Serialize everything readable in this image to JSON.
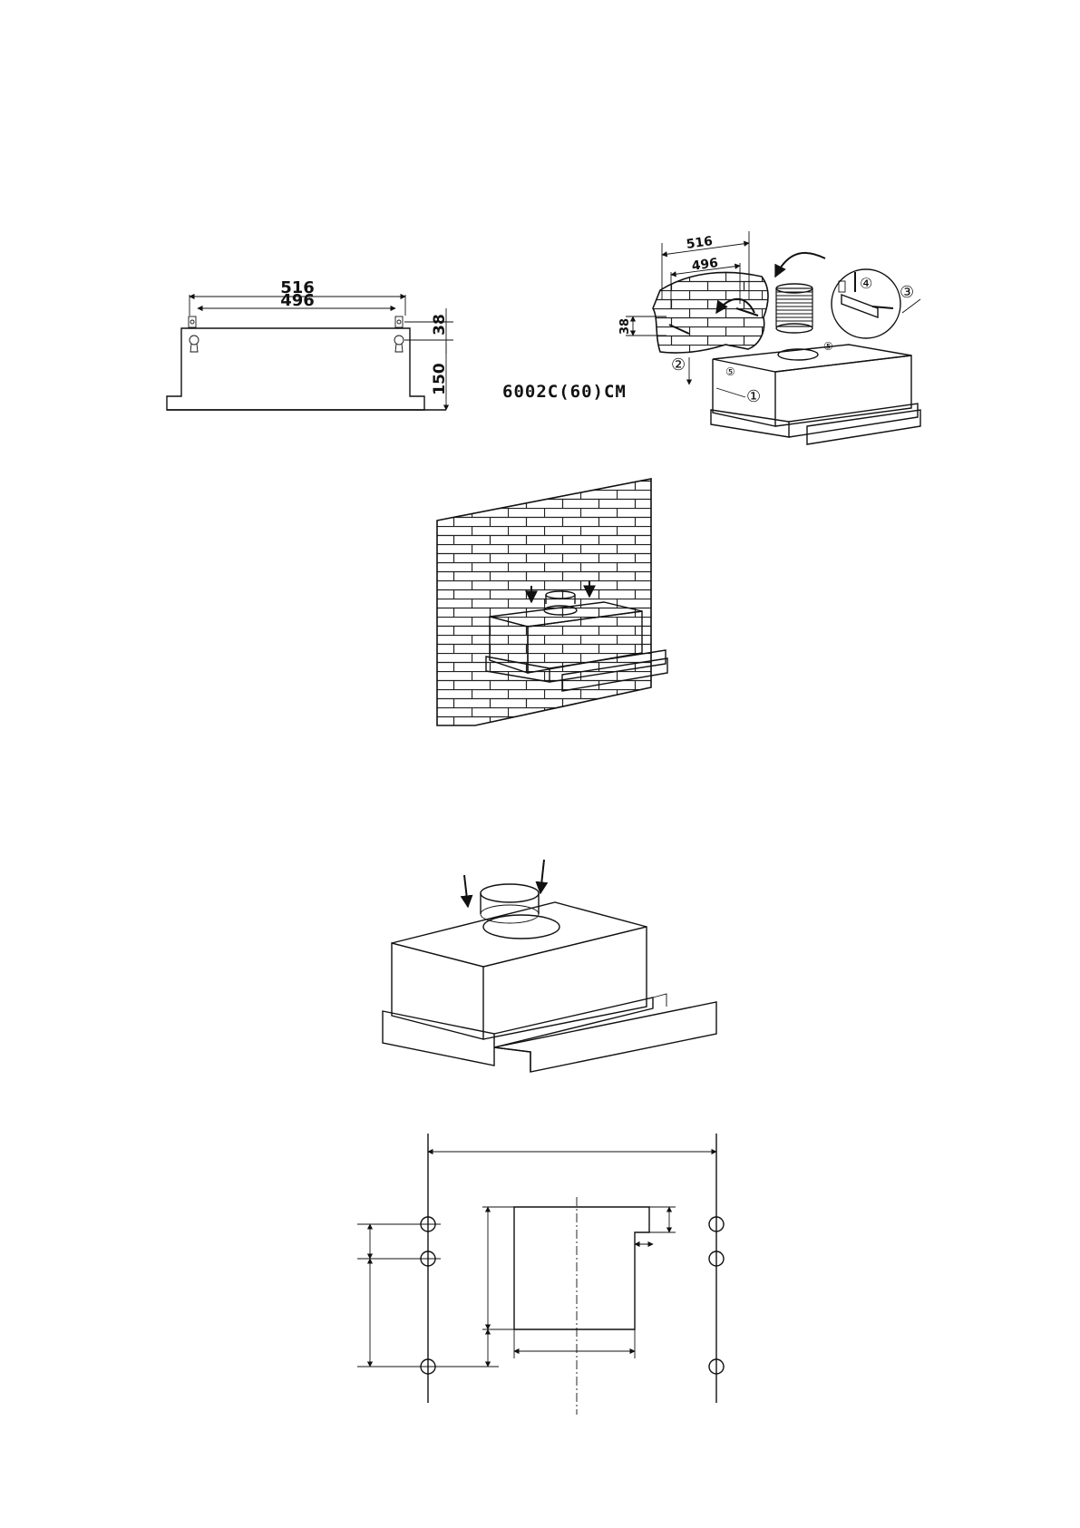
{
  "page": {
    "background": "#ffffff",
    "ink": "#111111"
  },
  "figure1": {
    "width_outer": "516",
    "width_inner": "496",
    "height_top": "38",
    "height_body": "150"
  },
  "figure2": {
    "model_label": "6002C(60)CM",
    "width_outer": "516",
    "width_inner": "496",
    "height_top": "38",
    "steps": [
      "①",
      "②",
      "③",
      "④",
      "⑤",
      "⑤"
    ]
  },
  "figure3": {
    "elements": [
      "brick-wall",
      "hood",
      "duct-collar",
      "arrow-icon",
      "arrow-icon"
    ]
  },
  "figure4": {
    "elements": [
      "hood",
      "duct-collar",
      "arrow-icon",
      "arrow-icon"
    ]
  },
  "figure5": {
    "elements": [
      "mounting-hole",
      "cabinet-outline",
      "centre-line"
    ]
  }
}
